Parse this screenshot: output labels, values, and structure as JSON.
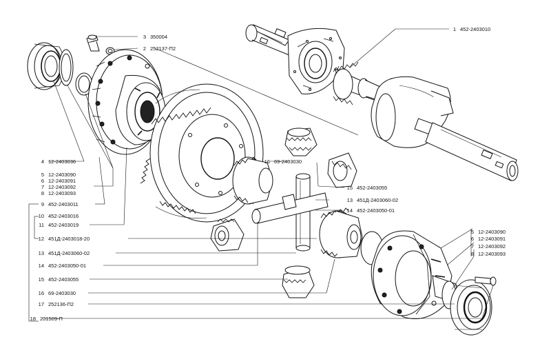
{
  "callouts": {
    "c1": {
      "num": "1",
      "code": "452-2403010"
    },
    "c2": {
      "num": "2",
      "code": "252137-П2"
    },
    "c3": {
      "num": "3",
      "code": "350004"
    },
    "l4": {
      "num": "4",
      "code": "12-2403036"
    },
    "l5": {
      "num": "5",
      "code": "12-2403090"
    },
    "l6": {
      "num": "6",
      "code": "12-2403091"
    },
    "l7": {
      "num": "7",
      "code": "12-2403092"
    },
    "l8": {
      "num": "8",
      "code": "12-2403093"
    },
    "l9": {
      "num": "9",
      "code": "452-2403011"
    },
    "l10": {
      "num": "10",
      "code": "452-2403016"
    },
    "l11": {
      "num": "11",
      "code": "452-2403019"
    },
    "l12": {
      "num": "12",
      "code": "451Д-2403018-20"
    },
    "l13": {
      "num": "13",
      "code": "451Д-2403060-02"
    },
    "l14": {
      "num": "14",
      "code": "452-2403050-01"
    },
    "l15": {
      "num": "15",
      "code": "452-2403055"
    },
    "l16": {
      "num": "16",
      "code": "69-2403030"
    },
    "l17": {
      "num": "17",
      "code": "252136-П2"
    },
    "l18": {
      "num": "18",
      "code": "201509-П"
    },
    "m16": {
      "num": "16",
      "code": "69-2403030"
    },
    "m15": {
      "num": "15",
      "code": "452-2403055"
    },
    "m13": {
      "num": "13",
      "code": "451Д-2403060-02"
    },
    "m14": {
      "num": "14",
      "code": "452-2403050-01"
    },
    "r5": {
      "num": "5",
      "code": "12-2403090"
    },
    "r6": {
      "num": "6",
      "code": "12-2403091"
    },
    "r7": {
      "num": "7",
      "code": "12-2403092"
    },
    "r8": {
      "num": "8",
      "code": "12-2403093"
    }
  }
}
